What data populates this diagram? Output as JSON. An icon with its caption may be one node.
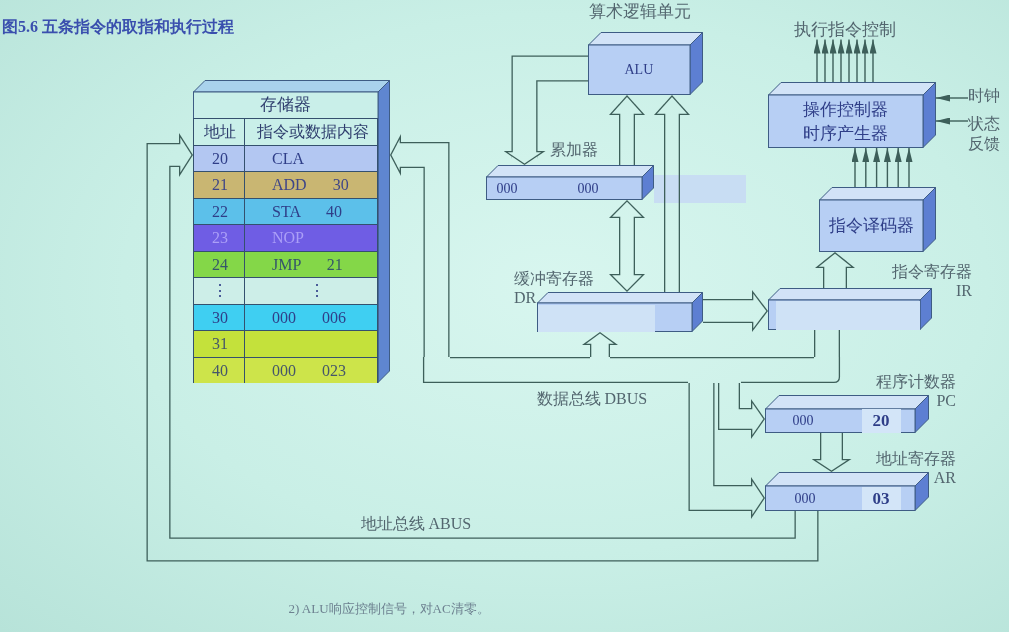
{
  "diagram": {
    "title": "图5.6 五条指令的取指和执行过程",
    "caption": "2) ALU响应控制信号，对AC清零。",
    "nodes": [
      {
        "text": [
          "存储器"
        ]
      },
      {
        "text": [
          "地址",
          "指令或数据内容"
        ],
        "in": 0
      },
      {
        "text": [
          "20",
          "CLA"
        ],
        "in": 0
      },
      {
        "text": [
          "21",
          "ADD 30"
        ],
        "in": 0
      },
      {
        "text": [
          "22",
          "STA 40"
        ],
        "in": 0
      },
      {
        "text": [
          "23",
          "NOP"
        ],
        "in": 0
      },
      {
        "text": [
          "24",
          "JMP 21"
        ],
        "in": 0
      },
      {
        "text": [
          "⋮",
          "⋮"
        ],
        "in": 0
      },
      {
        "text": [
          "30",
          "000 006"
        ],
        "in": 0
      },
      {
        "text": [
          "31"
        ],
        "in": 0
      },
      {
        "text": [
          "40",
          "000 023"
        ],
        "in": 0
      },
      {
        "text": [
          "算术逻辑单元",
          "ALU"
        ]
      },
      {
        "text": [
          "累加器",
          "000",
          "000"
        ]
      },
      {
        "text": [
          "缓冲寄存器 DR"
        ]
      },
      {
        "text": [
          "操作控制器",
          "时序产生器"
        ]
      },
      {
        "text": [
          "时钟"
        ]
      },
      {
        "text": [
          "状态反馈"
        ]
      },
      {
        "text": [
          "指令译码器"
        ]
      },
      {
        "text": [
          "指令寄存器 IR"
        ]
      },
      {
        "text": [
          "程序计数器 PC",
          "000",
          "20"
        ]
      },
      {
        "text": [
          "地址寄存器 AR",
          "000",
          "03"
        ]
      },
      {
        "text": [],
        "shape": "bar",
        "beside": [
          "数据总线 DBUS"
        ]
      },
      {
        "text": [
          "执行指令控制"
        ]
      }
    ],
    "edges": [
      {
        "from": 11,
        "to": 12,
        "arrow": "to",
        "style": "thick"
      },
      {
        "from": 12,
        "to": 11,
        "arrow": "to",
        "style": "thick"
      },
      {
        "from": 13,
        "to": 11,
        "arrow": "to",
        "style": "thick"
      },
      {
        "from": 12,
        "to": 13,
        "arrow": "both",
        "style": "thick"
      },
      {
        "from": 13,
        "to": 18,
        "arrow": "to",
        "style": "thick"
      },
      {
        "from": 18,
        "to": 17,
        "arrow": "to",
        "style": "thick"
      },
      {
        "from": 17,
        "to": 14,
        "arrow": "to"
      },
      {
        "from": 17,
        "to": 14,
        "arrow": "to"
      },
      {
        "from": 17,
        "to": 14,
        "arrow": "to"
      },
      {
        "from": 17,
        "to": 14,
        "arrow": "to"
      },
      {
        "from": 17,
        "to": 14,
        "arrow": "to"
      },
      {
        "from": 17,
        "to": 14,
        "arrow": "to"
      },
      {
        "from": 14,
        "to": 22,
        "arrow": "to"
      },
      {
        "from": 14,
        "to": 22,
        "arrow": "to"
      },
      {
        "from": 14,
        "to": 22,
        "arrow": "to"
      },
      {
        "from": 14,
        "to": 22,
        "arrow": "to"
      },
      {
        "from": 14,
        "to": 22,
        "arrow": "to"
      },
      {
        "from": 14,
        "to": 22,
        "arrow": "to"
      },
      {
        "from": 14,
        "to": 22,
        "arrow": "to"
      },
      {
        "from": 14,
        "to": 22,
        "arrow": "to"
      },
      {
        "from": 15,
        "to": 14,
        "arrow": "to"
      },
      {
        "from": 16,
        "to": 14,
        "arrow": "to"
      },
      {
        "from": 19,
        "to": 20,
        "arrow": "to",
        "style": "thick"
      },
      {
        "from": 20,
        "to": 0,
        "arrow": "to",
        "style": "thick",
        "label": "地址总线 ABUS"
      },
      {
        "from": 21,
        "to": 0,
        "arrow": "to",
        "style": "thick"
      },
      {
        "from": 21,
        "to": 13,
        "arrow": "to",
        "style": "thick"
      },
      {
        "from": 18,
        "to": 21,
        "arrow": "none",
        "style": "thick"
      },
      {
        "from": 21,
        "to": 19,
        "arrow": "to",
        "style": "thick"
      },
      {
        "from": 21,
        "to": 20,
        "arrow": "to",
        "style": "thick"
      }
    ]
  }
}
